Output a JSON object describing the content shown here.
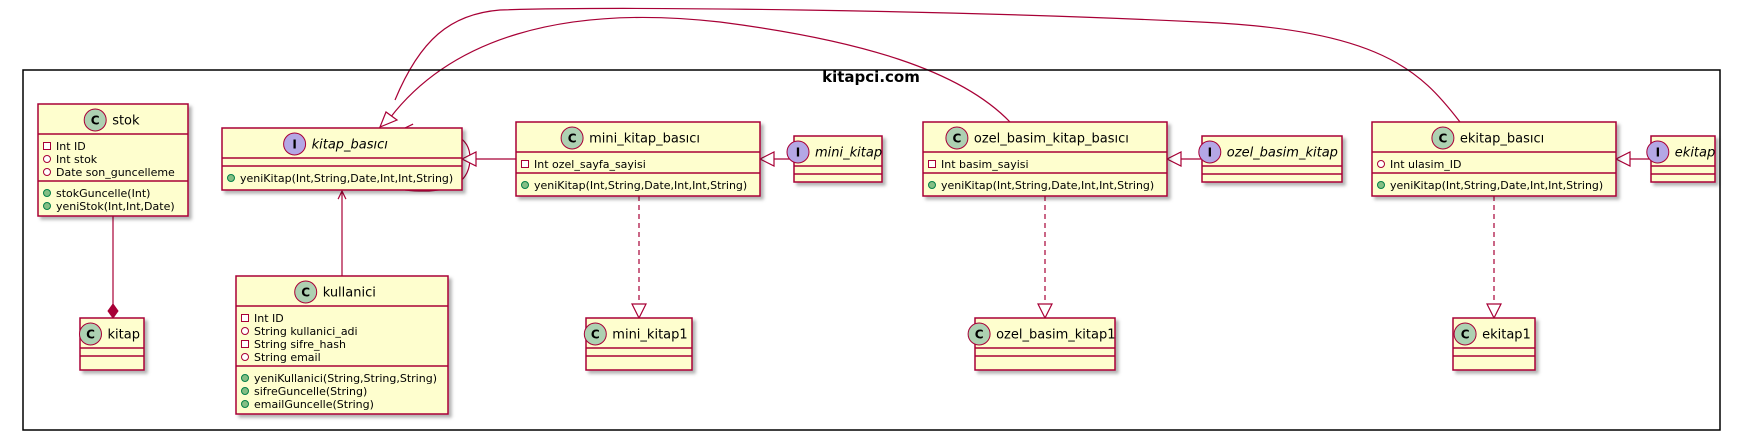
{
  "package": {
    "name": "kitapci.com"
  },
  "colors": {
    "box_fill": "#FEFECE",
    "box_border": "#A80036",
    "class_badge": "#ADD1B2",
    "interface_badge": "#B4A7E5",
    "visibility_private_fill": "#ffffff",
    "visibility_public_fill": "#84BE84",
    "arrow": "#A80036"
  },
  "nodes": {
    "stok": {
      "kind": "class",
      "badge": "C",
      "name": "stok",
      "fields": [
        {
          "vis": "private",
          "text": "Int ID"
        },
        {
          "vis": "public",
          "text": "Int stok"
        },
        {
          "vis": "public",
          "text": "Date son_guncelleme"
        }
      ],
      "methods": [
        {
          "vis": "public",
          "text": "stokGuncelle(Int)"
        },
        {
          "vis": "public",
          "text": "yeniStok(Int,Int,Date)"
        }
      ]
    },
    "kitap": {
      "kind": "class",
      "badge": "C",
      "name": "kitap",
      "fields": [],
      "methods": []
    },
    "kitap_basici": {
      "kind": "interface",
      "badge": "I",
      "name": "kitap_basıcı",
      "fields": [],
      "methods": [
        {
          "vis": "public",
          "text": "yeniKitap(Int,String,Date,Int,Int,String)"
        }
      ]
    },
    "kullanici": {
      "kind": "class",
      "badge": "C",
      "name": "kullanici",
      "fields": [
        {
          "vis": "private",
          "text": "Int ID"
        },
        {
          "vis": "public",
          "text": "String kullanici_adi"
        },
        {
          "vis": "private",
          "text": "String sifre_hash"
        },
        {
          "vis": "public",
          "text": "String email"
        }
      ],
      "methods": [
        {
          "vis": "public",
          "text": "yeniKullanici(String,String,String)"
        },
        {
          "vis": "public",
          "text": "sifreGuncelle(String)"
        },
        {
          "vis": "public",
          "text": "emailGuncelle(String)"
        }
      ]
    },
    "mini_kitap_basici": {
      "kind": "class",
      "badge": "C",
      "name": "mini_kitap_basıcı",
      "fields": [
        {
          "vis": "private",
          "text": "Int ozel_sayfa_sayisi"
        }
      ],
      "methods": [
        {
          "vis": "public",
          "text": "yeniKitap(Int,String,Date,Int,Int,String)"
        }
      ]
    },
    "mini_kitap": {
      "kind": "interface",
      "badge": "I",
      "name": "mini_kitap",
      "fields": [],
      "methods": []
    },
    "mini_kitap1": {
      "kind": "class",
      "badge": "C",
      "name": "mini_kitap1",
      "fields": [],
      "methods": []
    },
    "ozel_basim_kitap_basici": {
      "kind": "class",
      "badge": "C",
      "name": "ozel_basim_kitap_basıcı",
      "fields": [
        {
          "vis": "private",
          "text": "Int basim_sayisi"
        }
      ],
      "methods": [
        {
          "vis": "public",
          "text": "yeniKitap(Int,String,Date,Int,Int,String)"
        }
      ]
    },
    "ozel_basim_kitap": {
      "kind": "interface",
      "badge": "I",
      "name": "ozel_basim_kitap",
      "fields": [],
      "methods": []
    },
    "ozel_basim_kitap1": {
      "kind": "class",
      "badge": "C",
      "name": "ozel_basim_kitap1",
      "fields": [],
      "methods": []
    },
    "ekitap_basici": {
      "kind": "class",
      "badge": "C",
      "name": "ekitap_basıcı",
      "fields": [
        {
          "vis": "public",
          "text": "Int ulasim_ID"
        }
      ],
      "methods": [
        {
          "vis": "public",
          "text": "yeniKitap(Int,String,Date,Int,Int,String)"
        }
      ]
    },
    "ekitap": {
      "kind": "interface",
      "badge": "I",
      "name": "ekitap",
      "fields": [],
      "methods": []
    },
    "ekitap1": {
      "kind": "class",
      "badge": "C",
      "name": "ekitap1",
      "fields": [],
      "methods": []
    }
  },
  "relations": [
    {
      "from": "stok",
      "to": "kitap",
      "type": "composition"
    },
    {
      "from": "kullanici",
      "to": "kitap_basici",
      "type": "association"
    },
    {
      "from": "kitap_basici",
      "to": "kitap_basici",
      "type": "self-association"
    },
    {
      "from": "mini_kitap_basici",
      "to": "kitap_basici",
      "type": "generalization"
    },
    {
      "from": "ozel_basim_kitap_basici",
      "to": "kitap_basici",
      "type": "generalization"
    },
    {
      "from": "ekitap_basici",
      "to": "kitap_basici",
      "type": "generalization"
    },
    {
      "from": "mini_kitap",
      "to": "mini_kitap_basici",
      "type": "generalization"
    },
    {
      "from": "ozel_basim_kitap",
      "to": "ozel_basim_kitap_basici",
      "type": "generalization"
    },
    {
      "from": "ekitap",
      "to": "ekitap_basici",
      "type": "generalization"
    },
    {
      "from": "mini_kitap_basici",
      "to": "mini_kitap1",
      "type": "realization"
    },
    {
      "from": "ozel_basim_kitap_basici",
      "to": "ozel_basim_kitap1",
      "type": "realization"
    },
    {
      "from": "ekitap_basici",
      "to": "ekitap1",
      "type": "realization"
    }
  ]
}
